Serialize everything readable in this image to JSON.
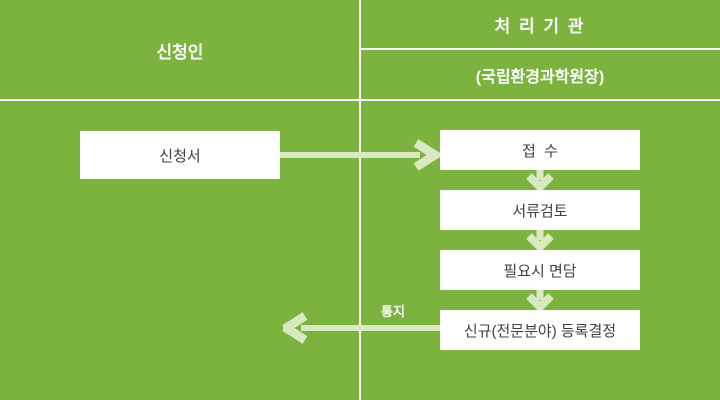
{
  "theme": {
    "background_green": "#7CB23E",
    "line_white": "#FFFFFF",
    "arrow_green": "#D9EAC3",
    "box_text": "#404040",
    "header_text": "#FFFFFF"
  },
  "columns": {
    "applicant": {
      "header": "신청인"
    },
    "agency": {
      "header": "처 리 기 관",
      "subheader": "(국립환경과학원장)"
    }
  },
  "flow": {
    "application_box": "신청서",
    "steps": [
      "접  수",
      "서류검토",
      "필요시 면담",
      "신규(전문분야) 등록결정"
    ],
    "notice_label": "통지"
  }
}
